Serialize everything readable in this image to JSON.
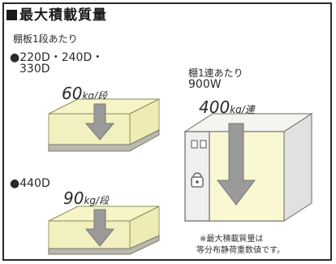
{
  "title": "最大積載質量",
  "shelf": {
    "per_shelf_label": "棚板1段あたり",
    "model_a": "●220D・240D・",
    "model_a2": "330D",
    "load_a_value": "60",
    "load_a_unit": "kg/段",
    "model_b": "●440D",
    "load_b_value": "90",
    "load_b_unit": "kg/段"
  },
  "unit": {
    "per_unit_label": "棚1連あたり",
    "per_unit_model": "900W",
    "load_value": "400",
    "load_unit": "kg/連"
  },
  "note": {
    "line1": "※最大積載質量は",
    "line2": "等分布静荷重数値です。"
  },
  "colors": {
    "shelf_fill": "#f6f3c4",
    "shelf_edge": "#8a8a5a",
    "arrow": "#9a9a9a",
    "cabinet": "#eef0ee",
    "cabinet_inner": "#faf8d2"
  }
}
